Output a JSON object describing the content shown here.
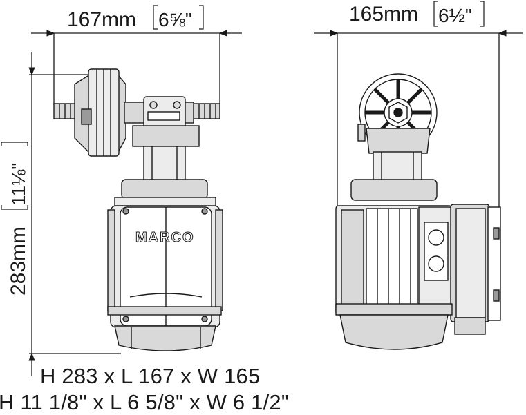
{
  "dimensions": {
    "length_mm": "167mm",
    "length_in": "6⅝\"",
    "width_mm": "165mm",
    "width_in": "6½\"",
    "height_mm": "283mm",
    "height_in": "11⅛\""
  },
  "logo_text": "MARCO",
  "captions": {
    "metric": "H 283 x L 167 x W 165",
    "imperial": "H 11 1/8\" x L 6 5/8\" x W 6 1/2\""
  },
  "colors": {
    "ink": "#1a1a1a",
    "body_gray": "#d9d9d9",
    "light_gray": "#ececec",
    "dark_gray": "#9a9a9a"
  }
}
